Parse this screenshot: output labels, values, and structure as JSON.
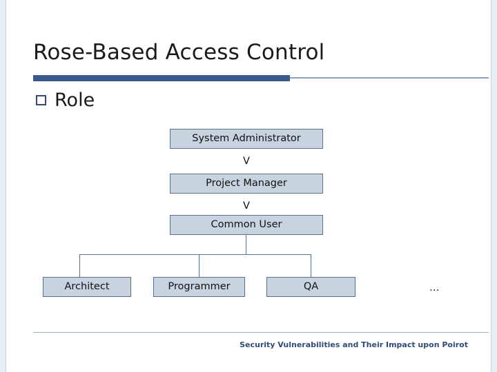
{
  "slide": {
    "title": "Rose-Based Access Control",
    "bullet": {
      "marker": "square-outline-bullet",
      "text": "Role"
    },
    "footer": "Security Vulnerabilities and Their Impact upon Poirot",
    "colors": {
      "node_fill": "#c8d3e0",
      "node_border": "#5c6f86",
      "title_bar": "#3a5a8c",
      "bullet_border": "#2e4c77",
      "footer_text": "#2e4c77",
      "edge_strip": "#e8eef5"
    }
  },
  "diagram": {
    "type": "hierarchy",
    "hierarchy_nodes": [
      {
        "label": "System Administrator"
      },
      {
        "label": "Project Manager"
      },
      {
        "label": "Common User"
      }
    ],
    "separators": [
      {
        "symbol": "V"
      },
      {
        "symbol": "V"
      }
    ],
    "leaf_nodes": [
      {
        "label": "Architect"
      },
      {
        "label": "Programmer"
      },
      {
        "label": "QA"
      }
    ],
    "leaf_overflow": "…"
  }
}
